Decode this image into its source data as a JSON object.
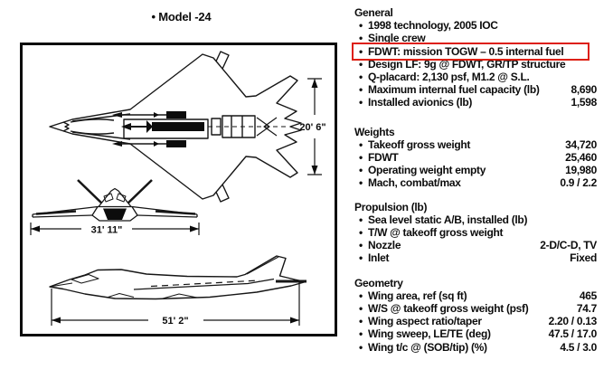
{
  "page": {
    "title": "• Model -24"
  },
  "drawing": {
    "tail_span": "20' 6\"",
    "wing_span": "31' 11\"",
    "length": "51' 2\""
  },
  "specs": {
    "bullet_glyph": "•",
    "highlight_color": "#dd1f12",
    "sections": [
      {
        "title": "General",
        "items": [
          {
            "label": "1998 technology, 2005 IOC"
          },
          {
            "label": "Single crew"
          },
          {
            "label": "FDWT: mission TOGW – 0.5 internal fuel",
            "highlight": true
          },
          {
            "label": "Design LF: 9g @ FDWT, GR/TP structure"
          },
          {
            "label": "Q-placard: 2,130 psf, M1.2 @ S.L."
          },
          {
            "label": "Maximum internal fuel capacity (lb)",
            "value": "8,690"
          },
          {
            "label": "Installed avionics (lb)",
            "value": "1,598"
          }
        ]
      },
      {
        "title": "Weights",
        "items": [
          {
            "label": "Takeoff gross weight",
            "value": "34,720"
          },
          {
            "label": "FDWT",
            "value": "25,460"
          },
          {
            "label": "Operating weight empty",
            "value": "19,980"
          },
          {
            "label": "Mach, combat/max",
            "value": "0.9 / 2.2"
          }
        ]
      },
      {
        "title": "Propulsion (lb)",
        "items": [
          {
            "label": "Sea level static A/B, installed (lb)"
          },
          {
            "label": "T/W @ takeoff gross weight"
          },
          {
            "label": "Nozzle",
            "value": "2-D/C-D, TV"
          },
          {
            "label": "Inlet",
            "value": "Fixed"
          }
        ]
      },
      {
        "title": "Geometry",
        "items": [
          {
            "label": "Wing area, ref (sq ft)",
            "value": "465"
          },
          {
            "label": "W/S @ takeoff gross weight (psf)",
            "value": "74.7"
          },
          {
            "label": "Wing aspect ratio/taper",
            "value": "2.20 / 0.13"
          },
          {
            "label": "Wing sweep, LE/TE (deg)",
            "value": "47.5 / 17.0"
          },
          {
            "label": "Wing t/c @ (SOB/tip) (%)",
            "value": "4.5 / 3.0"
          }
        ]
      }
    ]
  }
}
